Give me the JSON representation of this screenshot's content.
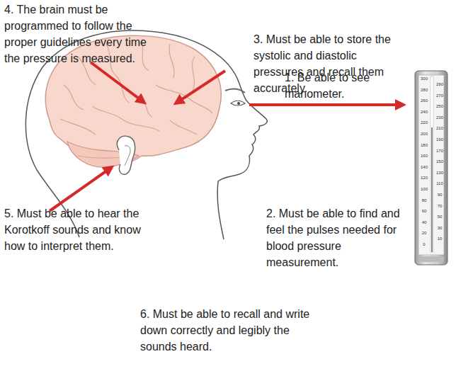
{
  "diagram": {
    "labels": [
      "4. The brain must be programmed to follow the proper guidelines every time the pressure is measured.",
      "3. Must be able to store the systolic and diastolic pressures and recall them accurately.",
      "1. Be able to see manometer.",
      "5. Must be able to hear the Korotkoff sounds and know how to interpret them.",
      "2. Must be able to find and feel the pulses needed for blood pressure measurement.",
      "6. Must be able to recall and write down correctly and legibly the sounds heard.",
      "300",
      "280",
      "260",
      "240",
      "220",
      "200",
      "180",
      "160",
      "140",
      "120",
      "100",
      "80",
      "60",
      "40",
      "20",
      "0",
      "290",
      "270",
      "250",
      "230",
      "210",
      "190",
      "170",
      "150",
      "130",
      "110",
      "90",
      "70",
      "50",
      "30",
      "10"
    ]
  }
}
